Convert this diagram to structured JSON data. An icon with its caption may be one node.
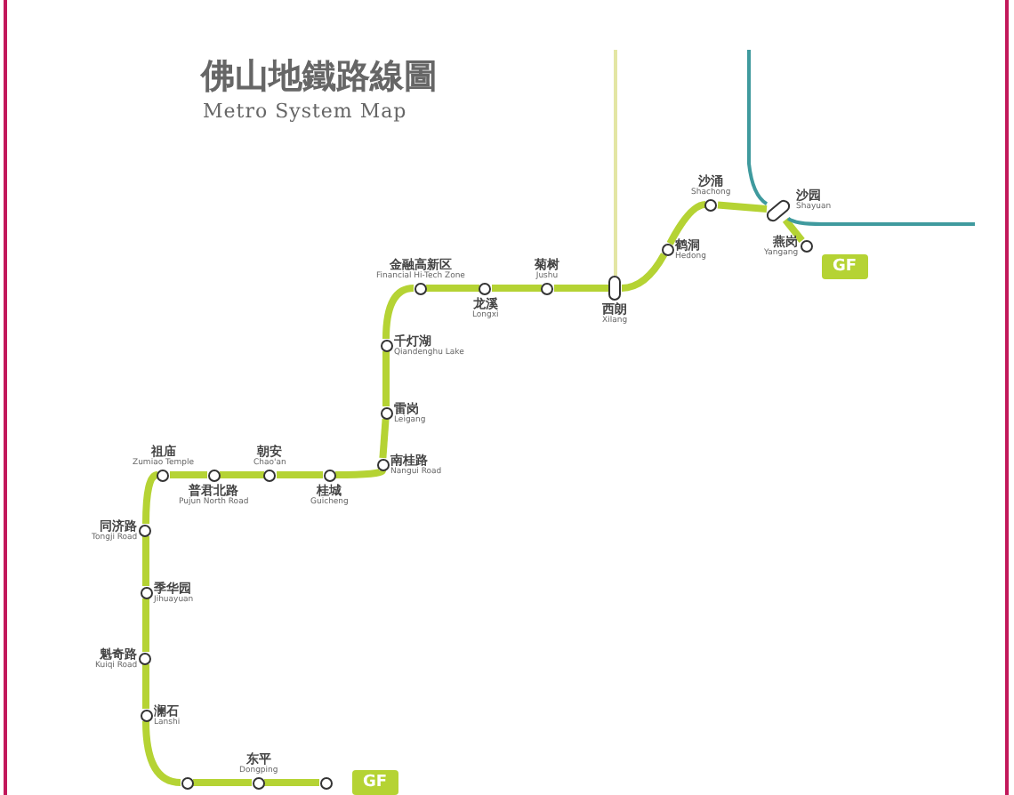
{
  "diagram": {
    "title": "佛山地鐵路線圖",
    "nodes": [
      {
        "text": [
          "燕岗",
          "Yangang"
        ]
      },
      {
        "text": [
          "沙园",
          "Shayuan"
        ]
      },
      {
        "text": [
          "沙涌",
          "Shachong"
        ]
      },
      {
        "text": [
          "鹤洞",
          "Hedong"
        ]
      },
      {
        "text": [
          "西朗",
          "Xilang"
        ]
      },
      {
        "text": [
          "菊树",
          "Jushu"
        ]
      },
      {
        "text": [
          "龙溪",
          "Longxi"
        ]
      },
      {
        "text": [
          "金融高新区",
          "Financial Hi-Tech Zone"
        ]
      },
      {
        "text": [
          "千灯湖",
          "Qiandenghu Lake"
        ]
      },
      {
        "text": [
          "雷岗",
          "Leigang"
        ]
      },
      {
        "text": [
          "南桂路",
          "Nangui Road"
        ]
      },
      {
        "text": [
          "桂城",
          "Guicheng"
        ]
      },
      {
        "text": [
          "朝安",
          "Chao'an"
        ]
      },
      {
        "text": [
          "普君北路",
          "Pujun North Road"
        ]
      },
      {
        "text": [
          "祖庙",
          "Zumiao Temple"
        ]
      },
      {
        "text": [
          "同济路",
          "Tongji Road"
        ]
      },
      {
        "text": [
          "季华园",
          "Jihuayuan"
        ]
      },
      {
        "text": [
          "魁奇路",
          "Kuiqi Road"
        ]
      },
      {
        "text": [
          "澜石",
          "Lanshi"
        ]
      },
      {
        "text": [],
        "shape": "circle"
      },
      {
        "text": [
          "东平",
          "Dongping"
        ]
      },
      {
        "text": [],
        "shape": "circle"
      },
      {
        "text": [
          "GF"
        ]
      },
      {
        "text": [
          "GF"
        ]
      }
    ],
    "edges": [
      {
        "from": 0,
        "to": 1,
        "arrow": "none"
      },
      {
        "from": 1,
        "to": 2,
        "arrow": "none"
      },
      {
        "from": 2,
        "to": 3,
        "arrow": "none"
      },
      {
        "from": 3,
        "to": 4,
        "arrow": "none"
      },
      {
        "from": 4,
        "to": 5,
        "arrow": "none"
      },
      {
        "from": 5,
        "to": 6,
        "arrow": "none"
      },
      {
        "from": 6,
        "to": 7,
        "arrow": "none"
      },
      {
        "from": 7,
        "to": 8,
        "arrow": "none"
      },
      {
        "from": 8,
        "to": 9,
        "arrow": "none"
      },
      {
        "from": 9,
        "to": 10,
        "arrow": "none"
      },
      {
        "from": 10,
        "to": 11,
        "arrow": "none"
      },
      {
        "from": 11,
        "to": 12,
        "arrow": "none"
      },
      {
        "from": 12,
        "to": 13,
        "arrow": "none"
      },
      {
        "from": 13,
        "to": 14,
        "arrow": "none"
      },
      {
        "from": 14,
        "to": 15,
        "arrow": "none"
      },
      {
        "from": 15,
        "to": 16,
        "arrow": "none"
      },
      {
        "from": 16,
        "to": 17,
        "arrow": "none"
      },
      {
        "from": 17,
        "to": 18,
        "arrow": "none"
      },
      {
        "from": 18,
        "to": 19,
        "arrow": "none"
      },
      {
        "from": 19,
        "to": 20,
        "arrow": "none"
      },
      {
        "from": 20,
        "to": 21,
        "arrow": "none"
      },
      {
        "from": null,
        "to": 4,
        "arrow": "none",
        "color": "#e3e6a4"
      },
      {
        "from": null,
        "to": 1,
        "arrow": "none",
        "color": "#3f9a9e"
      },
      {
        "from": 1,
        "to": null,
        "arrow": "none",
        "color": "#3f9a9e"
      }
    ],
    "labels": [
      "Metro System Map"
    ]
  }
}
